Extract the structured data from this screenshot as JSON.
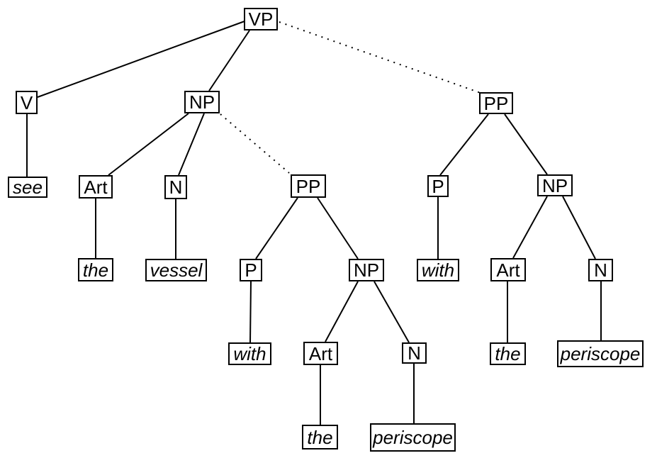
{
  "tree": {
    "description": "Syntax parse tree diagram of a verb phrase showing prepositional-phrase attachment ambiguity",
    "colors": {
      "background": "#ffffff",
      "line": "#000000",
      "box_border": "#000000",
      "text": "#000000"
    },
    "nodes": {
      "vp": {
        "label": "VP",
        "type": "nonterminal"
      },
      "v": {
        "label": "V",
        "type": "nonterminal"
      },
      "np1": {
        "label": "NP",
        "type": "nonterminal"
      },
      "pp2": {
        "label": "PP",
        "type": "nonterminal"
      },
      "see": {
        "label": "see",
        "type": "terminal"
      },
      "art1": {
        "label": "Art",
        "type": "nonterminal"
      },
      "n1": {
        "label": "N",
        "type": "nonterminal"
      },
      "pp1": {
        "label": "PP",
        "type": "nonterminal"
      },
      "p2": {
        "label": "P",
        "type": "nonterminal"
      },
      "np2": {
        "label": "NP",
        "type": "nonterminal"
      },
      "the1": {
        "label": "the",
        "type": "terminal"
      },
      "vessel": {
        "label": "vessel",
        "type": "terminal"
      },
      "p1": {
        "label": "P",
        "type": "nonterminal"
      },
      "np3": {
        "label": "NP",
        "type": "nonterminal"
      },
      "with2": {
        "label": "with",
        "type": "terminal"
      },
      "art2": {
        "label": "Art",
        "type": "nonterminal"
      },
      "n2": {
        "label": "N",
        "type": "nonterminal"
      },
      "with1": {
        "label": "with",
        "type": "terminal"
      },
      "art3": {
        "label": "Art",
        "type": "nonterminal"
      },
      "n3": {
        "label": "N",
        "type": "nonterminal"
      },
      "the2": {
        "label": "the",
        "type": "terminal"
      },
      "periscope2": {
        "label": "periscope",
        "type": "terminal"
      },
      "the3": {
        "label": "the",
        "type": "terminal"
      },
      "periscope1": {
        "label": "periscope",
        "type": "terminal"
      }
    },
    "edges": [
      {
        "from": "vp",
        "to": "v",
        "style": "solid"
      },
      {
        "from": "vp",
        "to": "np1",
        "style": "solid"
      },
      {
        "from": "vp",
        "to": "pp2",
        "style": "dotted"
      },
      {
        "from": "v",
        "to": "see",
        "style": "solid"
      },
      {
        "from": "np1",
        "to": "art1",
        "style": "solid"
      },
      {
        "from": "np1",
        "to": "n1",
        "style": "solid"
      },
      {
        "from": "np1",
        "to": "pp1",
        "style": "dotted"
      },
      {
        "from": "art1",
        "to": "the1",
        "style": "solid"
      },
      {
        "from": "n1",
        "to": "vessel",
        "style": "solid"
      },
      {
        "from": "pp1",
        "to": "p1",
        "style": "solid"
      },
      {
        "from": "pp1",
        "to": "np3",
        "style": "solid"
      },
      {
        "from": "p1",
        "to": "with1",
        "style": "solid"
      },
      {
        "from": "np3",
        "to": "art3",
        "style": "solid"
      },
      {
        "from": "np3",
        "to": "n3",
        "style": "solid"
      },
      {
        "from": "art3",
        "to": "the3",
        "style": "solid"
      },
      {
        "from": "n3",
        "to": "periscope1",
        "style": "solid"
      },
      {
        "from": "pp2",
        "to": "p2",
        "style": "solid"
      },
      {
        "from": "pp2",
        "to": "np2",
        "style": "solid"
      },
      {
        "from": "p2",
        "to": "with2",
        "style": "solid"
      },
      {
        "from": "np2",
        "to": "art2",
        "style": "solid"
      },
      {
        "from": "np2",
        "to": "n2",
        "style": "solid"
      },
      {
        "from": "art2",
        "to": "the2",
        "style": "solid"
      },
      {
        "from": "n2",
        "to": "periscope2",
        "style": "solid"
      }
    ]
  }
}
